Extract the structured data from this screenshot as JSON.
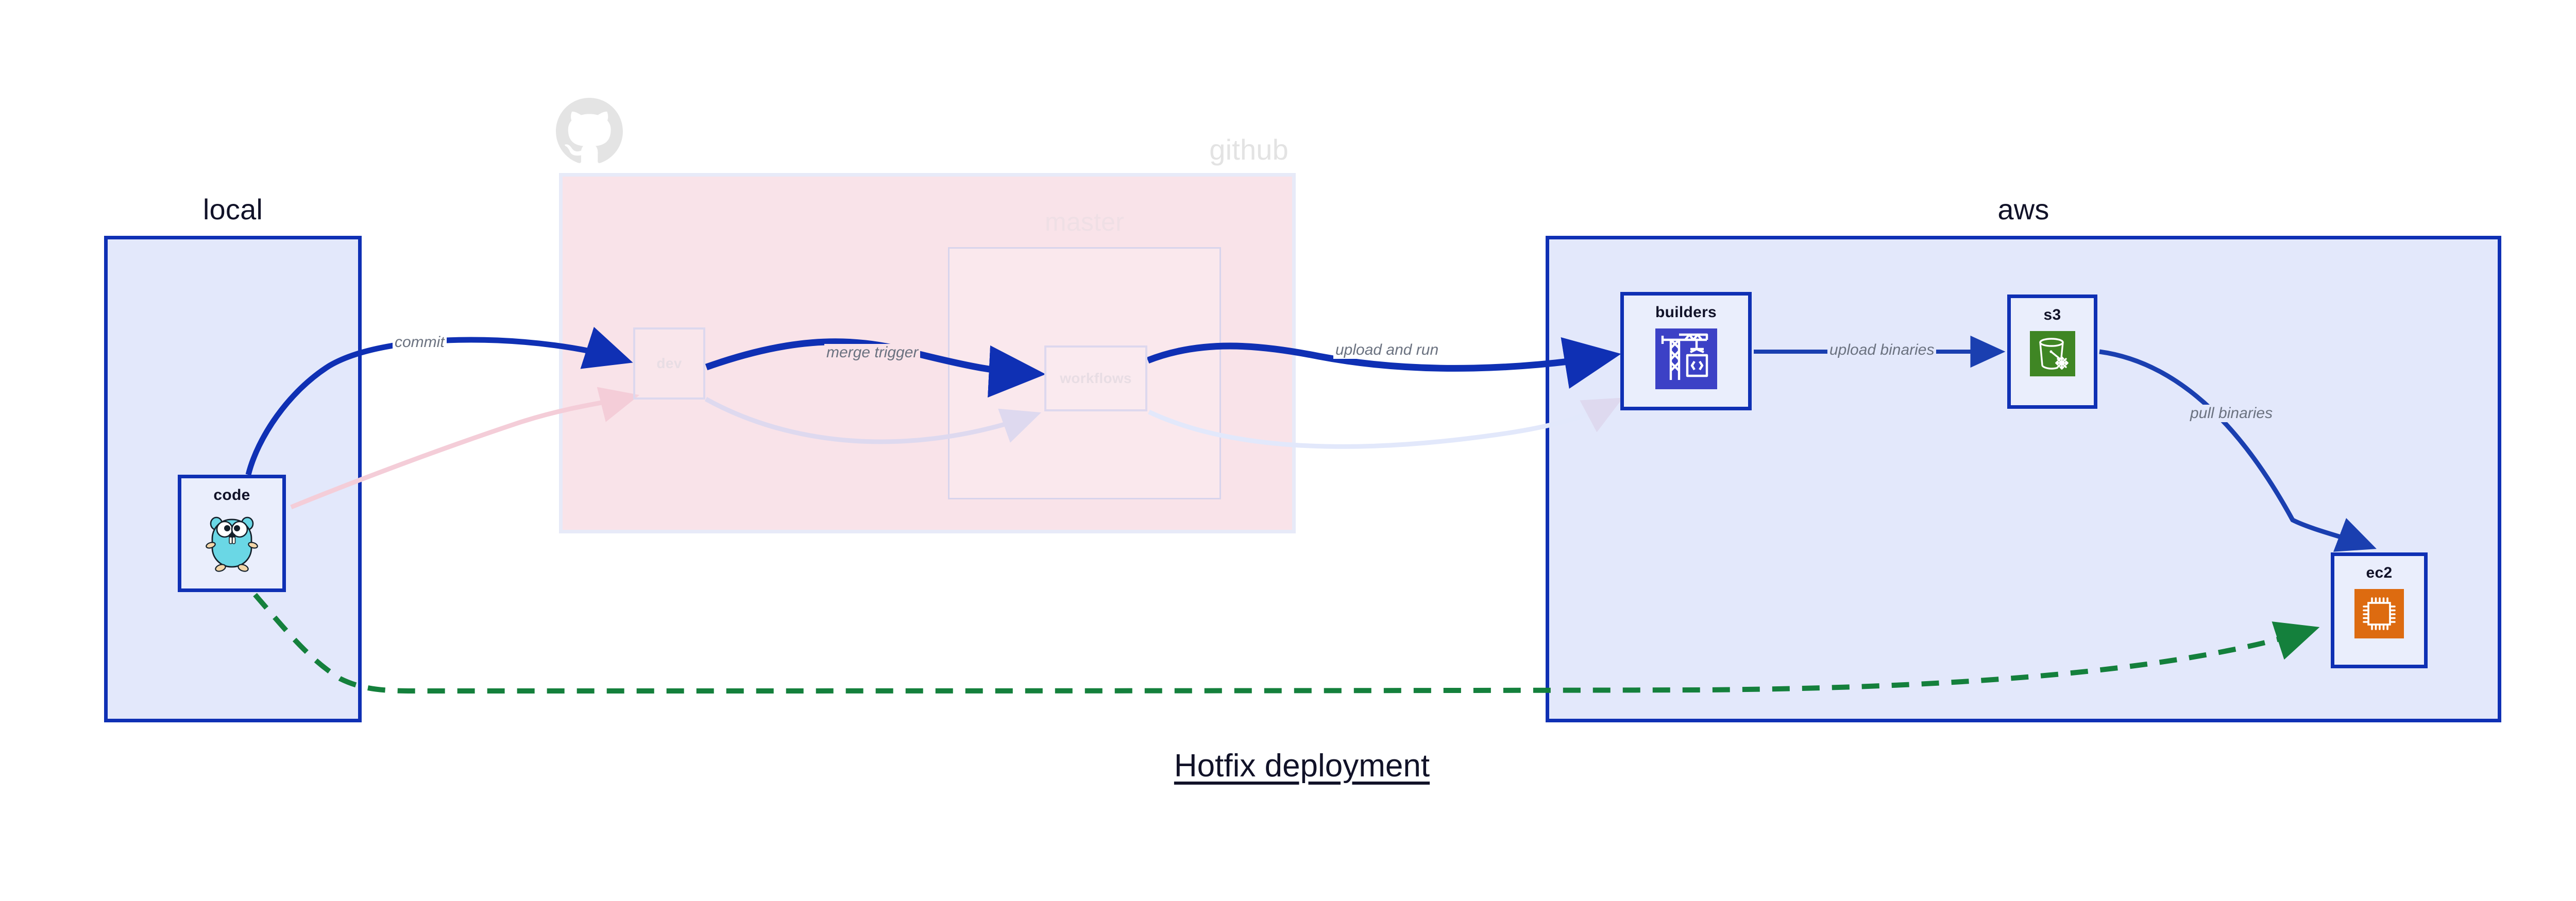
{
  "caption": "Hotfix deployment",
  "groups": {
    "local": {
      "title": "local"
    },
    "github": {
      "title": "github",
      "logo_icon": "github-octocat-icon"
    },
    "master": {
      "title": "master"
    },
    "aws": {
      "title": "aws"
    }
  },
  "nodes": {
    "code": {
      "label": "code",
      "icon": "go-gopher-icon"
    },
    "dev": {
      "label": "dev"
    },
    "workflows": {
      "label": "workflows"
    },
    "builders": {
      "label": "builders",
      "icon": "aws-builder-crane-icon"
    },
    "s3": {
      "label": "s3",
      "icon": "aws-s3-glacier-bucket-icon"
    },
    "ec2": {
      "label": "ec2",
      "icon": "aws-ec2-chip-icon"
    }
  },
  "edges": [
    {
      "id": "commit",
      "label": "commit",
      "from": "code",
      "to": "dev",
      "style": "solid",
      "color": "#0f30b4"
    },
    {
      "id": "merge-trigger",
      "label": "merge trigger",
      "from": "dev",
      "to": "workflows",
      "style": "solid",
      "color": "#0f30b4"
    },
    {
      "id": "upload-and-run",
      "label": "upload and run",
      "from": "workflows",
      "to": "builders",
      "style": "solid",
      "color": "#0f30b4"
    },
    {
      "id": "upload-binaries",
      "label": "upload binaries",
      "from": "builders",
      "to": "s3",
      "style": "solid",
      "color": "#1a3fb0"
    },
    {
      "id": "pull-binaries",
      "label": "pull binaries",
      "from": "s3",
      "to": "ec2",
      "style": "solid",
      "color": "#1a3fb0"
    },
    {
      "id": "hotfix-direct",
      "label": "",
      "from": "code",
      "to": "ec2",
      "style": "dashed",
      "color": "#14803c"
    }
  ],
  "colors": {
    "accent_blue": "#0f30b4",
    "group_blue_fill": "#e3e8fb",
    "group_pink_fill": "#f9e3e9",
    "node_fill": "#eaeefc",
    "dashed_green": "#14803c",
    "label_gray": "#6b7280",
    "text_dark": "#111228",
    "ec2_orange": "#dd6b10",
    "s3_green": "#3f8624",
    "builders_indigo": "#3c41c6",
    "gopher_cyan": "#6ad7e5"
  }
}
